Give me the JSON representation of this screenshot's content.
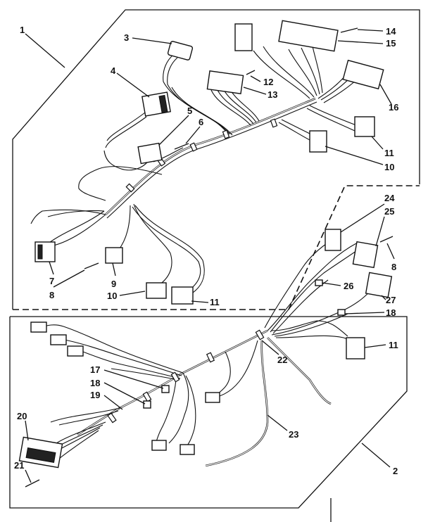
{
  "labels": {
    "upper_assembly": "1",
    "lower_assembly": "2",
    "n3": "3",
    "n4": "4",
    "n5": "5",
    "n6": "6",
    "n7": "7",
    "n8a": "8",
    "n9": "9",
    "n10a": "10",
    "n11a": "11",
    "n12": "12",
    "n13": "13",
    "n14": "14",
    "n15": "15",
    "n16": "16",
    "n11b": "11",
    "n10b": "10",
    "n24": "24",
    "n25": "25",
    "n8b": "8",
    "n26": "26",
    "n27": "27",
    "n18b": "18",
    "n11c": "11",
    "n22": "22",
    "n17": "17",
    "n18a": "18",
    "n19": "19",
    "n20": "20",
    "n21": "21",
    "n23": "23"
  }
}
